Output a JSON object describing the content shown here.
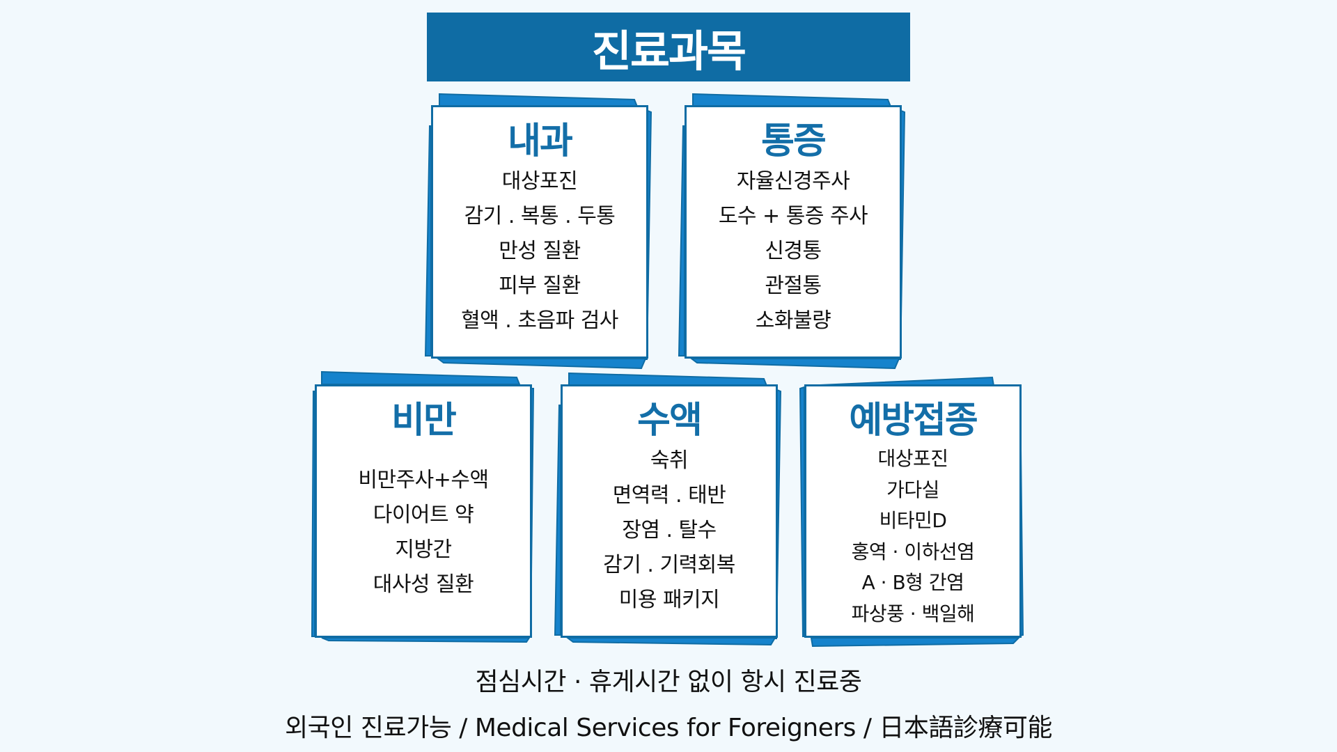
{
  "header": {
    "title": "진료과목",
    "colors": {
      "bar": "#0f6ca4",
      "title_text": "#ffffff",
      "background": "#f2f9fd",
      "card_border": "#0f6ca4",
      "card_shadow": "#1683cc",
      "heading": "#136ea8"
    }
  },
  "departments": [
    {
      "heading": "내과",
      "items": [
        "대상포진",
        "감기 . 복통 . 두통",
        "만성 질환",
        "피부 질환",
        "혈액 . 초음파 검사"
      ]
    },
    {
      "heading": "통증",
      "items": [
        "자율신경주사",
        "도수 + 통증 주사",
        "신경통",
        "관절통",
        "소화불량"
      ]
    },
    {
      "heading": "비만",
      "items": [
        "비만주사+수액",
        "다이어트 약",
        "지방간",
        "대사성 질환"
      ]
    },
    {
      "heading": "수액",
      "items": [
        "숙취",
        "면역력 . 태반",
        "장염 . 탈수",
        "감기 . 기력회복",
        "미용 패키지"
      ]
    },
    {
      "heading": "예방접종",
      "items": [
        "대상포진",
        "가다실",
        "비타민D",
        "홍역 · 이하선염",
        "A · B형 간염",
        "파상풍 · 백일해"
      ]
    }
  ],
  "footer": {
    "line1": "점심시간 · 휴게시간 없이 항시 진료중",
    "line2": "외국인 진료가능 / Medical Services for Foreigners / 日本語診療可能"
  }
}
